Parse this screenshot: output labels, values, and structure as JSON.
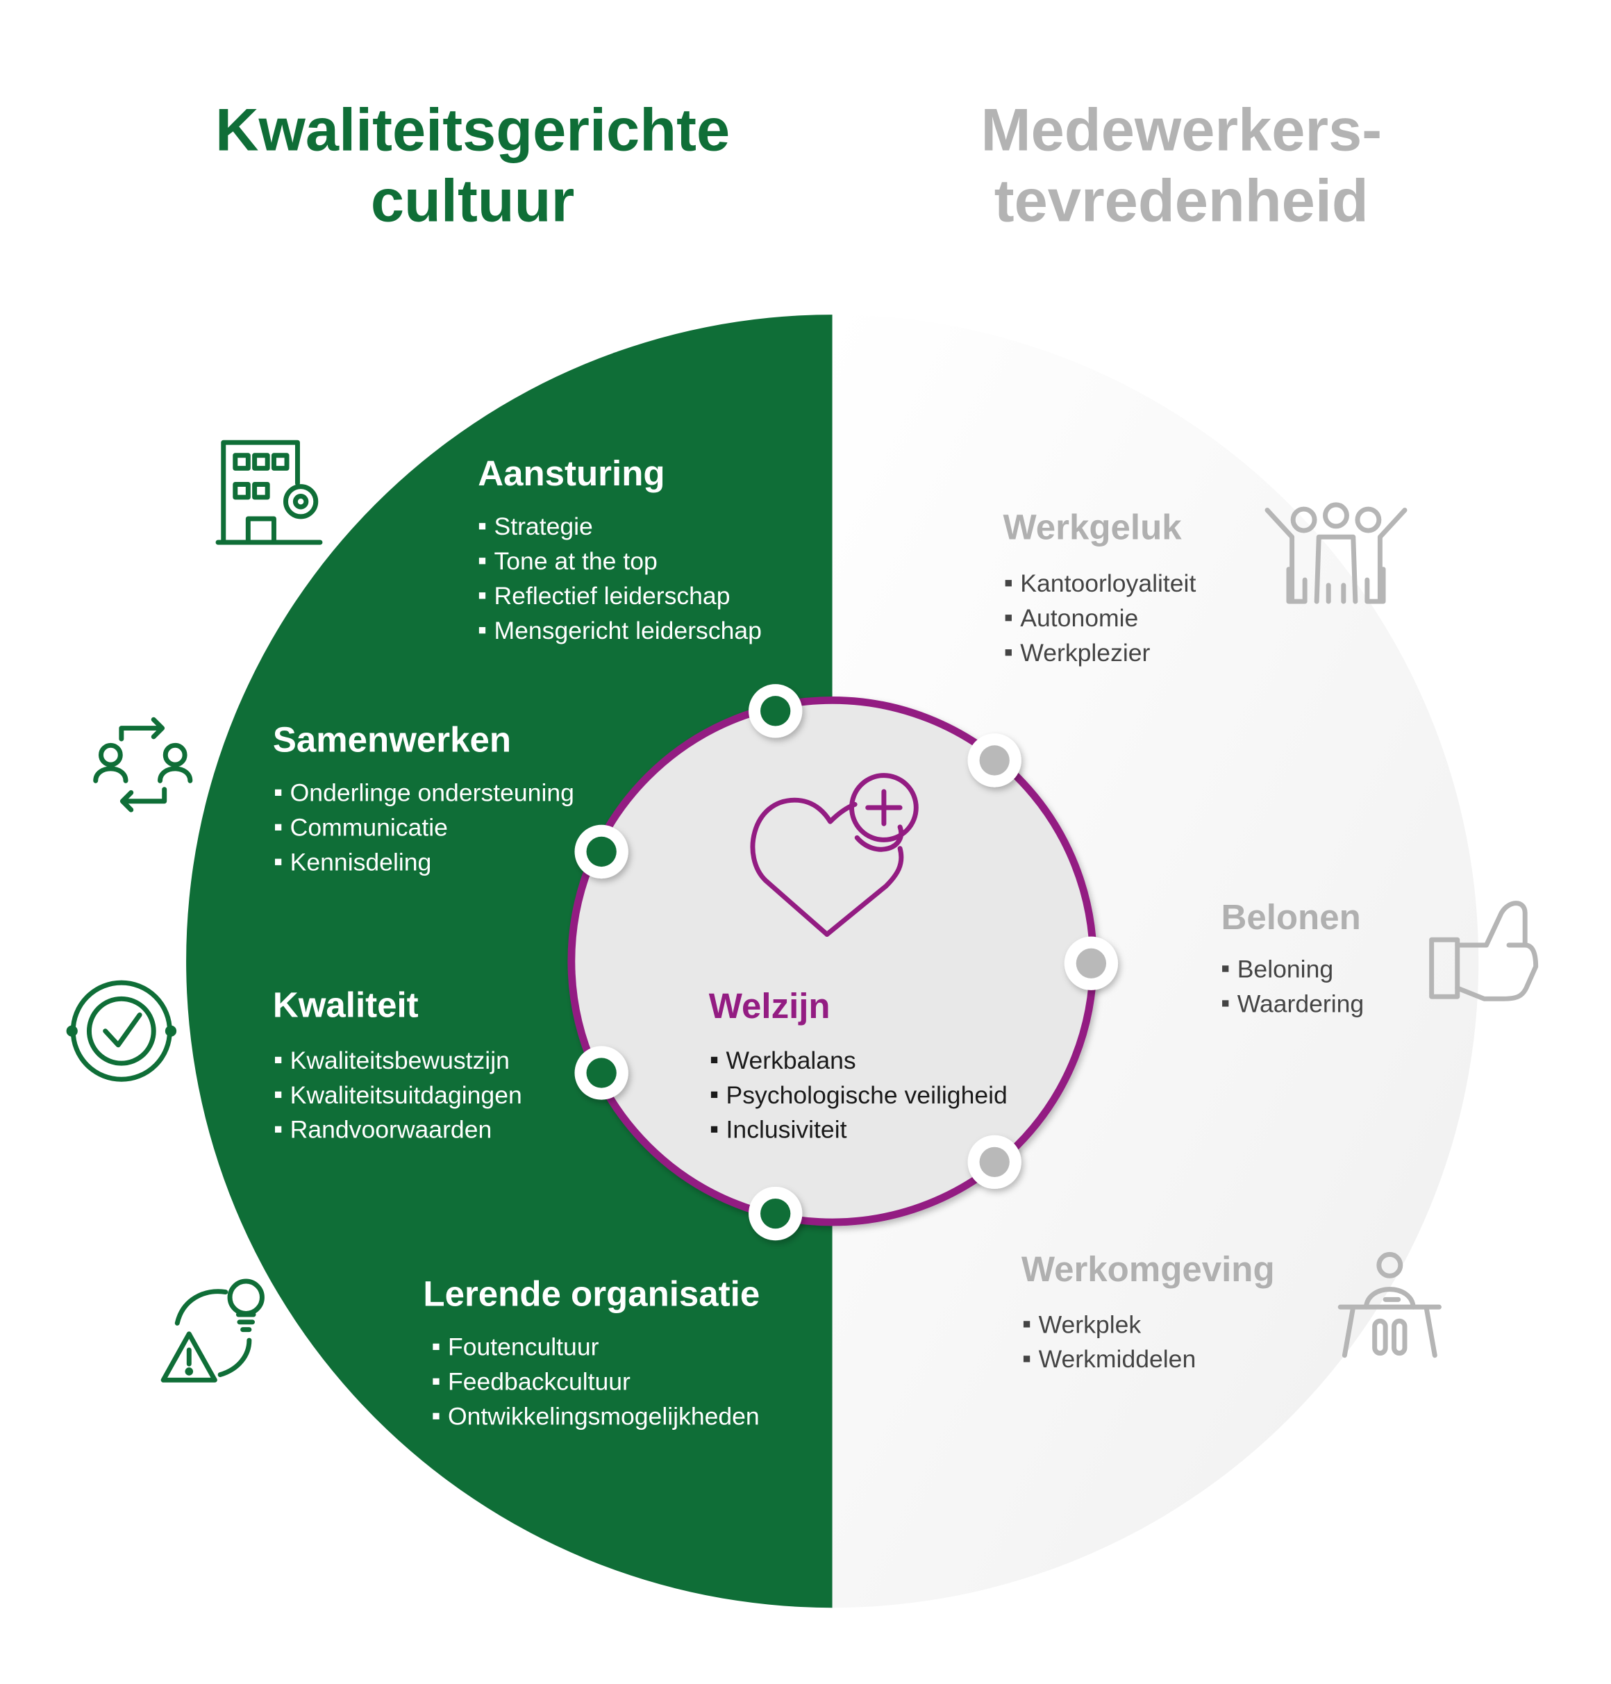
{
  "colors": {
    "green": "#0f6e37",
    "purple": "#931c82",
    "gray_heading": "#b0b0b0",
    "gray_text": "#444444",
    "inner_fill": "#e8e8e8",
    "node_gray": "#b9b9b9"
  },
  "titles": {
    "left": [
      "Kwaliteitsgerichte",
      "cultuur"
    ],
    "right": [
      "Medewerkers-",
      "tevredenheid"
    ]
  },
  "left_sections": [
    {
      "heading": "Aansturing",
      "icon": "building-gear-icon",
      "items": [
        "Strategie",
        "Tone at the top",
        "Reflectief leiderschap",
        "Mensgericht leiderschap"
      ]
    },
    {
      "heading": "Samenwerken",
      "icon": "people-exchange-icon",
      "items": [
        "Onderlinge ondersteuning",
        "Communicatie",
        "Kennisdeling"
      ]
    },
    {
      "heading": "Kwaliteit",
      "icon": "check-circle-icon",
      "items": [
        "Kwaliteitsbewustzijn",
        "Kwaliteitsuitdagingen",
        "Randvoorwaarden"
      ]
    },
    {
      "heading": "Lerende organisatie",
      "icon": "warning-lightbulb-icon",
      "items": [
        "Foutencultuur",
        "Feedbackcultuur",
        "Ontwikkelingsmogelijkheden"
      ]
    }
  ],
  "center": {
    "heading": "Welzijn",
    "icon": "heart-plus-icon",
    "items": [
      "Werkbalans",
      "Psychologische veiligheid",
      "Inclusiviteit"
    ]
  },
  "right_sections": [
    {
      "heading": "Werkgeluk",
      "icon": "people-cheering-icon",
      "items": [
        "Kantoorloyaliteit",
        "Autonomie",
        "Werkplezier"
      ]
    },
    {
      "heading": "Belonen",
      "icon": "thumbs-up-icon",
      "items": [
        "Beloning",
        "Waardering"
      ]
    },
    {
      "heading": "Werkomgeving",
      "icon": "person-desk-icon",
      "items": [
        "Werkplek",
        "Werkmiddelen"
      ]
    }
  ]
}
